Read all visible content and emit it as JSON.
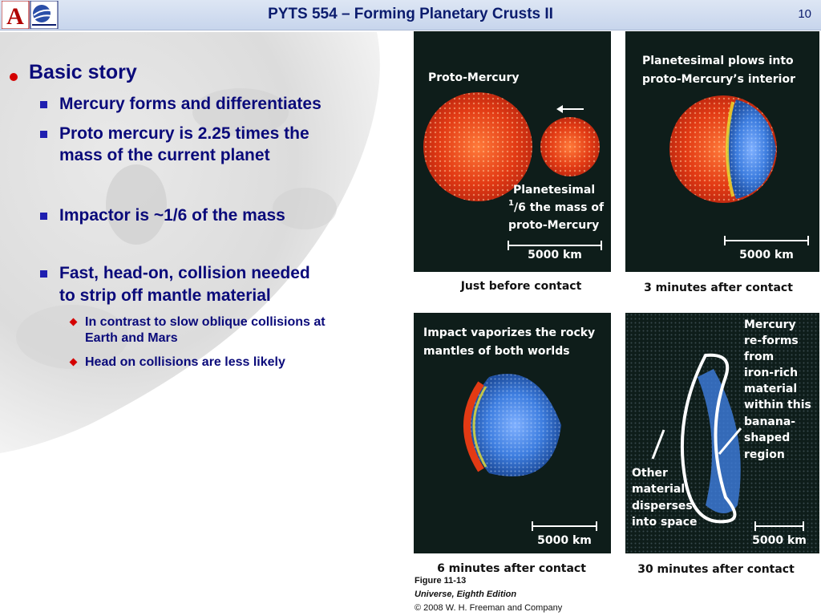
{
  "header": {
    "title": "PYTS 554 – Forming Planetary Crusts II",
    "slide_number": "10",
    "logo_letter": "A"
  },
  "bullets": {
    "basic_story": "Basic story",
    "forms": "Mercury forms and differentiates",
    "proto_mass_1": "Proto mercury is 2.25 times the",
    "proto_mass_2": "mass of the current planet",
    "impactor": "Impactor is ~1/6 of the mass",
    "fast_1": "Fast, head-on, collision needed",
    "fast_2": "to strip off mantle material",
    "contrast_1": "In contrast to slow oblique collisions at",
    "contrast_2": "Earth and Mars",
    "head_on": "Head on collisions are less likely"
  },
  "figure": {
    "panel1": {
      "label": "Proto-Mercury",
      "planetesimal_1": "Planetesimal",
      "planetesimal_2": "/6 the mass of",
      "planetesimal_2_sup": "1",
      "planetesimal_3": "proto-Mercury",
      "scale": "5000 km",
      "caption": "Just before contact"
    },
    "panel2": {
      "label_1": "Planetesimal plows into",
      "label_2": "proto-Mercury’s interior",
      "scale": "5000 km",
      "caption": "3 minutes after contact"
    },
    "panel3": {
      "label_1": "Impact vaporizes the rocky",
      "label_2": "mantles of both worlds",
      "scale": "5000 km",
      "caption": "6 minutes after contact"
    },
    "panel4": {
      "mercury_lines": [
        "Mercury",
        "re-forms",
        "from",
        "iron-rich",
        "material",
        "within this",
        "banana-",
        "shaped",
        "region"
      ],
      "other_lines": [
        "Other",
        "material",
        "disperses",
        "into space"
      ],
      "scale": "5000 km",
      "caption": "30 minutes after contact"
    },
    "credit_1": "Figure 11-13",
    "credit_2": "Universe, Eighth Edition",
    "credit_3": "© 2008 W. H. Freeman and Company"
  },
  "colors": {
    "title_text": "#0b1c6e",
    "bullet_text": "#0a0a7a",
    "bullet_red": "#d40000",
    "panel_bg": "#0e1d1a"
  }
}
